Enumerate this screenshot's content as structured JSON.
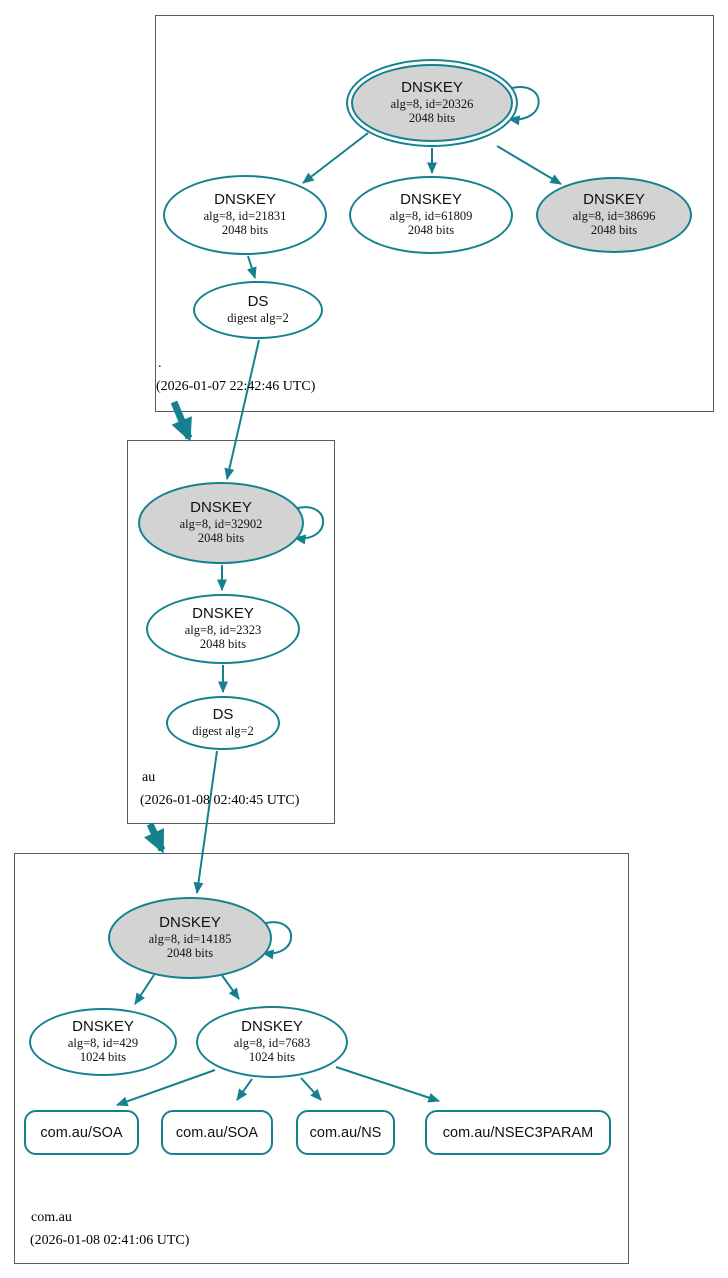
{
  "colors": {
    "accent": "#15818F",
    "nodefill": "#d3d3d3",
    "boxborder": "#5b5b5b",
    "text": "#000000"
  },
  "zones": [
    {
      "name": "root",
      "label": ".",
      "timestamp": "(2026-01-07 22:42:46 UTC)",
      "nodes": [
        {
          "id": "dnskey-20326",
          "title": "DNSKEY",
          "line2": "alg=8, id=20326",
          "line3": "2048 bits",
          "style": "ksk-double-gray"
        },
        {
          "id": "dnskey-21831",
          "title": "DNSKEY",
          "line2": "alg=8, id=21831",
          "line3": "2048 bits",
          "style": "white"
        },
        {
          "id": "dnskey-61809",
          "title": "DNSKEY",
          "line2": "alg=8, id=61809",
          "line3": "2048 bits",
          "style": "white"
        },
        {
          "id": "dnskey-38696",
          "title": "DNSKEY",
          "line2": "alg=8, id=38696",
          "line3": "2048 bits",
          "style": "gray"
        },
        {
          "id": "ds-root",
          "title": "DS",
          "line2": "digest alg=2",
          "style": "white"
        }
      ]
    },
    {
      "name": "au",
      "label": "au",
      "timestamp": "(2026-01-08 02:40:45 UTC)",
      "nodes": [
        {
          "id": "dnskey-32902",
          "title": "DNSKEY",
          "line2": "alg=8, id=32902",
          "line3": "2048 bits",
          "style": "gray"
        },
        {
          "id": "dnskey-2323",
          "title": "DNSKEY",
          "line2": "alg=8, id=2323",
          "line3": "2048 bits",
          "style": "white"
        },
        {
          "id": "ds-au",
          "title": "DS",
          "line2": "digest alg=2",
          "style": "white"
        }
      ]
    },
    {
      "name": "com.au",
      "label": "com.au",
      "timestamp": "(2026-01-08 02:41:06 UTC)",
      "nodes": [
        {
          "id": "dnskey-14185",
          "title": "DNSKEY",
          "line2": "alg=8, id=14185",
          "line3": "2048 bits",
          "style": "gray"
        },
        {
          "id": "dnskey-429",
          "title": "DNSKEY",
          "line2": "alg=8, id=429",
          "line3": "1024 bits",
          "style": "white"
        },
        {
          "id": "dnskey-7683",
          "title": "DNSKEY",
          "line2": "alg=8, id=7683",
          "line3": "1024 bits",
          "style": "white"
        }
      ],
      "rrsets": [
        "com.au/SOA",
        "com.au/SOA",
        "com.au/NS",
        "com.au/NSEC3PARAM"
      ]
    }
  ]
}
